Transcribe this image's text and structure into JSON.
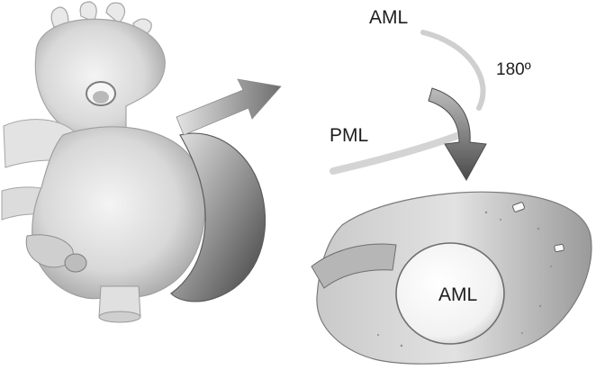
{
  "labels": {
    "aml_top": "AML",
    "rotation": "180º",
    "pml": "PML",
    "aml_valve": "AML"
  },
  "colors": {
    "background": "#ffffff",
    "heart_fill": "#d4d4d4",
    "shadow": "#7a7a7a",
    "outline": "#9a9a9a",
    "arrow": "#777777",
    "text": "#1e1e1e"
  },
  "icons": {
    "heart": "heart-illustration",
    "transfer_arrow": "right-arrow-icon",
    "rotation_arrow": "curved-rotation-arrow-icon",
    "valve": "mitral-valve-illustration"
  }
}
